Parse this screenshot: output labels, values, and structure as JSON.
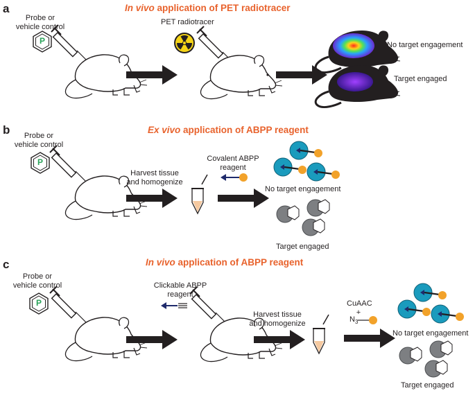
{
  "panel_a": {
    "letter": "a",
    "title_italic": "In vivo",
    "title_rest": " application of PET radiotracer",
    "probe_label_1": "Probe or",
    "probe_label_2": "vehicle control",
    "probe_glyph": "P",
    "tracer_label": "PET radiotracer",
    "outcome_1": "No target engagement",
    "outcome_2": "Target engaged"
  },
  "panel_b": {
    "letter": "b",
    "title_italic": "Ex vivo",
    "title_rest": " application of ABPP reagent",
    "probe_label_1": "Probe or",
    "probe_label_2": "vehicle control",
    "probe_glyph": "P",
    "step_1a": "Harvest tissue",
    "step_1b": "and homogenize",
    "reagent_1": "Covalent ABPP",
    "reagent_2": "reagent",
    "outcome_1": "No target engagement",
    "outcome_2": "Target engaged"
  },
  "panel_c": {
    "letter": "c",
    "title_italic": "In vivo",
    "title_rest": " application of ABPP reagent",
    "probe_label_1": "Probe or",
    "probe_label_2": "vehicle control",
    "probe_glyph": "P",
    "reagent_1": "Clickable ABPP",
    "reagent_2": "reagent",
    "step_1a": "Harvest tissue",
    "step_1b": "and homogenize",
    "click_1": "CuAAC",
    "click_2": "+",
    "azide": "N",
    "azide_sub": "3",
    "outcome_1": "No target engagement",
    "outcome_2": "Target engaged"
  },
  "colors": {
    "title_orange": "#e8622c",
    "protein_teal": "#1a9bbd",
    "protein_gray": "#7d7f82",
    "tag_orange": "#f2a22a",
    "arrow_black": "#231f20",
    "probe_green": "#2aa35a",
    "reagent_navy": "#1f2a6b"
  },
  "icons": [
    "mouse-icon",
    "syringe-icon",
    "radiation-icon",
    "benzene-ring-icon",
    "tube-icon",
    "pet-mouse-icon",
    "protein-icon"
  ]
}
